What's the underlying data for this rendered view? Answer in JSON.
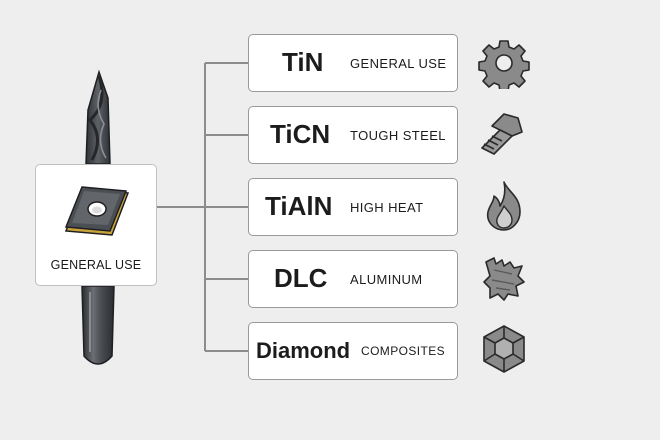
{
  "colors": {
    "background": "#eeeeee",
    "card_fill": "#ffffff",
    "card_border": "#9a9a9a",
    "connector": "#8c8c8c",
    "drill_body": "#3a3d42",
    "insert_gold": "#c9a23a",
    "icon_fill": "#8a8a8a",
    "text": "#1c1c1c"
  },
  "center": {
    "label": "GENERAL USE",
    "icon": "cutting-insert-icon"
  },
  "drill": {
    "icon": "drill-bit-icon"
  },
  "coatings": [
    {
      "name": "TiN",
      "use": "GENERAL USE",
      "icon": "gear-icon"
    },
    {
      "name": "TiCN",
      "use": "TOUGH STEEL",
      "icon": "bolt-icon"
    },
    {
      "name": "TiAlN",
      "use": "HIGH HEAT",
      "icon": "flame-icon"
    },
    {
      "name": "DLC",
      "use": "ALUMINUM",
      "icon": "aluminum-chip-icon"
    },
    {
      "name": "Diamond",
      "use": "COMPOSITES",
      "icon": "hexagon-composite-icon"
    }
  ]
}
